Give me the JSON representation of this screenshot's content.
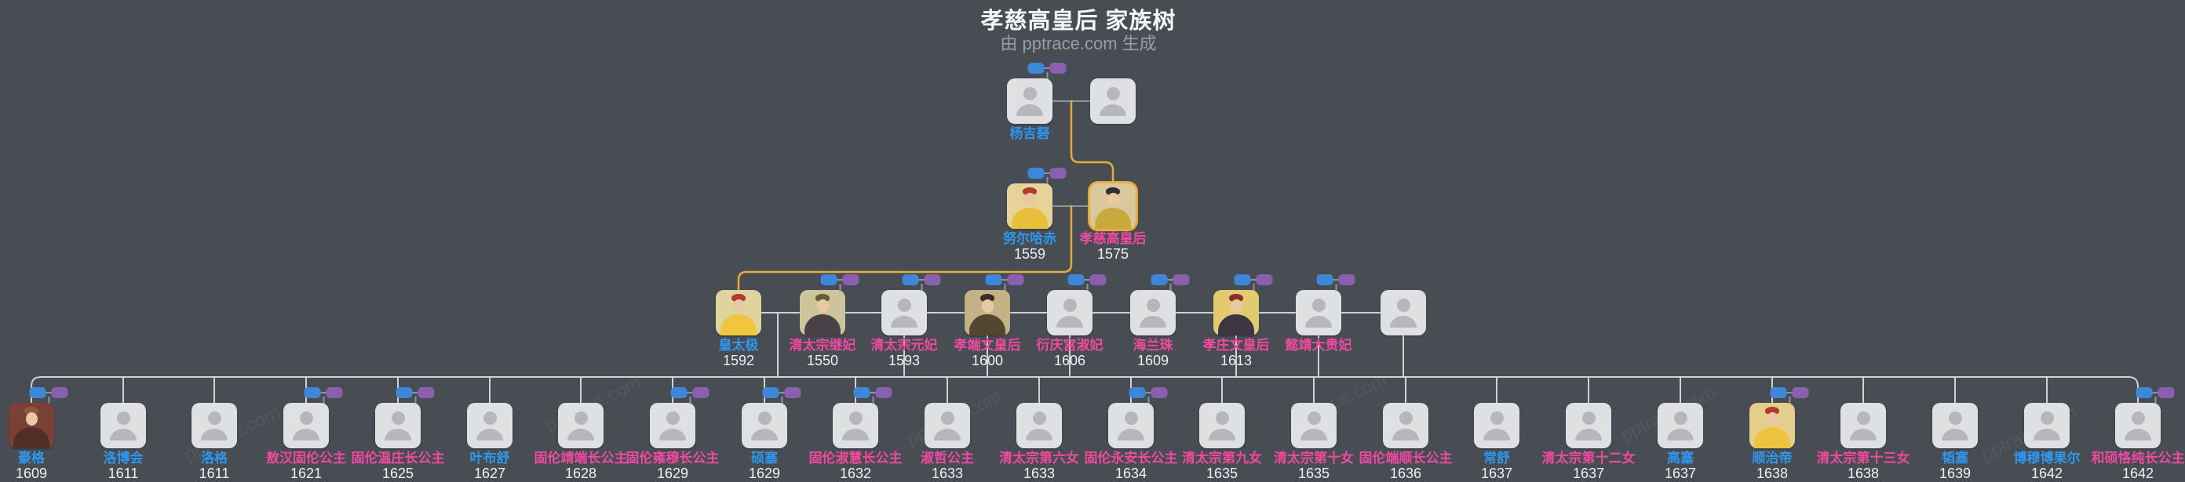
{
  "page": {
    "title": "孝慈高皇后 家族树",
    "subtitle": "由 pptrace.com 生成",
    "watermark": "pptrace.com"
  },
  "colors": {
    "background": "#484d54",
    "male": "#2e97f0",
    "female": "#f2489f",
    "year": "#eef0f2",
    "line": "#d6d9dc",
    "line_dark": "#8d939b",
    "highlight": "#e8ab3c",
    "pill_father": "#3d86d8",
    "pill_mother": "#8a5fae",
    "title": "#f4f5f6",
    "subtitle": "#979da5"
  },
  "icons": {
    "father_pill": "collapsed-father-link",
    "mother_pill": "collapsed-mother-link",
    "placeholder_avatar": "person-silhouette"
  },
  "tree": {
    "generation1": [
      {
        "name": "杨吉砮",
        "year": "",
        "gender": "male",
        "parents_collapsed": true
      },
      {
        "name": "",
        "year": "",
        "gender": "unknown",
        "parents_collapsed": false
      }
    ],
    "generation2": [
      {
        "name": "努尔哈赤",
        "year": "1559",
        "gender": "male",
        "parents_collapsed": true,
        "has_portrait": true
      },
      {
        "name": "孝慈高皇后",
        "year": "1575",
        "gender": "female",
        "highlighted": true,
        "has_portrait": true
      }
    ],
    "generation3": [
      {
        "name": "皇太极",
        "year": "1592",
        "gender": "male",
        "has_portrait": true
      },
      {
        "name": "清太宗继妃",
        "year": "1550",
        "gender": "female",
        "parents_collapsed": true,
        "has_portrait": true
      },
      {
        "name": "清太宗元妃",
        "year": "1593",
        "gender": "female",
        "parents_collapsed": true
      },
      {
        "name": "孝端文皇后",
        "year": "1600",
        "gender": "female",
        "parents_collapsed": true,
        "has_portrait": true
      },
      {
        "name": "衍庆宫淑妃",
        "year": "1606",
        "gender": "female",
        "parents_collapsed": true
      },
      {
        "name": "海兰珠",
        "year": "1609",
        "gender": "female",
        "parents_collapsed": true
      },
      {
        "name": "孝庄文皇后",
        "year": "1613",
        "gender": "female",
        "parents_collapsed": true,
        "has_portrait": true
      },
      {
        "name": "懿靖大贵妃",
        "year": "",
        "gender": "female",
        "parents_collapsed": true
      },
      {
        "name": "",
        "year": "",
        "gender": "unknown"
      }
    ],
    "generation4": [
      {
        "name": "豪格",
        "year": "1609",
        "gender": "male",
        "parents_collapsed": true,
        "has_portrait": true
      },
      {
        "name": "洛博会",
        "year": "1611",
        "gender": "male"
      },
      {
        "name": "洛格",
        "year": "1611",
        "gender": "male"
      },
      {
        "name": "敖汉固伦公主",
        "year": "1621",
        "gender": "female",
        "parents_collapsed": true
      },
      {
        "name": "固伦温庄长公主",
        "year": "1625",
        "gender": "female",
        "parents_collapsed": true
      },
      {
        "name": "叶布舒",
        "year": "1627",
        "gender": "male"
      },
      {
        "name": "固伦靖端长公主",
        "year": "1628",
        "gender": "female"
      },
      {
        "name": "固伦雍穆长公主",
        "year": "1629",
        "gender": "female",
        "parents_collapsed": true
      },
      {
        "name": "硕塞",
        "year": "1629",
        "gender": "male",
        "parents_collapsed": true
      },
      {
        "name": "固伦淑慧长公主",
        "year": "1632",
        "gender": "female",
        "parents_collapsed": true
      },
      {
        "name": "淑哲公主",
        "year": "1633",
        "gender": "female"
      },
      {
        "name": "清太宗第六女",
        "year": "1633",
        "gender": "female"
      },
      {
        "name": "固伦永安长公主",
        "year": "1634",
        "gender": "female",
        "parents_collapsed": true
      },
      {
        "name": "清太宗第九女",
        "year": "1635",
        "gender": "female"
      },
      {
        "name": "清太宗第十女",
        "year": "1635",
        "gender": "female"
      },
      {
        "name": "固伦端顺长公主",
        "year": "1636",
        "gender": "female"
      },
      {
        "name": "常舒",
        "year": "1637",
        "gender": "male"
      },
      {
        "name": "清太宗第十二女",
        "year": "1637",
        "gender": "female"
      },
      {
        "name": "高塞",
        "year": "1637",
        "gender": "male"
      },
      {
        "name": "顺治帝",
        "year": "1638",
        "gender": "male",
        "parents_collapsed": true,
        "has_portrait": true
      },
      {
        "name": "清太宗第十三女",
        "year": "1638",
        "gender": "female"
      },
      {
        "name": "韬塞",
        "year": "1639",
        "gender": "male"
      },
      {
        "name": "博穆博果尔",
        "year": "1642",
        "gender": "male"
      },
      {
        "name": "和硕恪纯长公主",
        "year": "1642",
        "gender": "female",
        "parents_collapsed": true
      }
    ]
  }
}
